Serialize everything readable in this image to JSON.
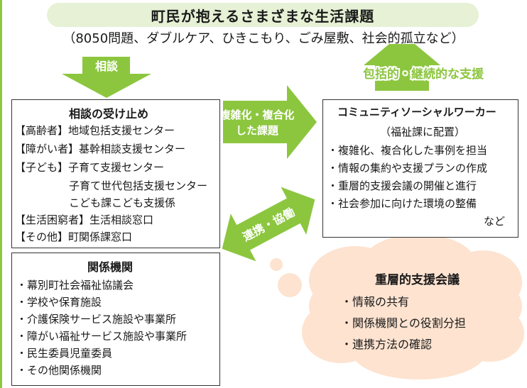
{
  "title": "町民が抱えるさまざまな生活課題",
  "subtitle": "（8050問題、ダブルケア、ひきこもり、ごみ屋敷、社会的孤立など）",
  "arrows": {
    "consult": "相談",
    "complex_1": "複雑化・複合化",
    "complex_2": "した課題",
    "collab": "連携・協働",
    "support": "包括的・継続的な支援"
  },
  "consult_box": {
    "title": "相談の受け止め",
    "lines": [
      "【高齢者】地域包括支援センター",
      "【障がい者】基幹相談支援センター",
      "【子ども】子育て支援センター",
      "子育て世代包括支援センター",
      "こども課こども支援係",
      "【生活困窮者】生活相談窓口",
      "【その他】町関係課窓口"
    ]
  },
  "related_box": {
    "title": "関係機関",
    "items": [
      "・幕別町社会福祉協議会",
      "・学校や保育施設",
      "・介護保険サービス施設や事業所",
      "・障がい福祉サービス施設や事業所",
      "・民生委員児童委員",
      "・その他関係機関"
    ]
  },
  "csw_box": {
    "title": "コミュニティソーシャルワーカー",
    "subtitle": "（福祉課に配置）",
    "items": [
      "・複雑化、複合化した事例を担当",
      "・情報の集約や支援プランの作成",
      "・重層的支援会議の開催と進行",
      "・社会参加に向けた環境の整備"
    ],
    "tail": "など"
  },
  "meeting": {
    "title": "重層的支援会議",
    "items": [
      "・情報の共有",
      "・関係機関との役割分担",
      "・連携方法の確認"
    ]
  },
  "colors": {
    "green": "#8cc63f",
    "light_green": "#e6f1d5",
    "peach": "#fde3d0"
  }
}
